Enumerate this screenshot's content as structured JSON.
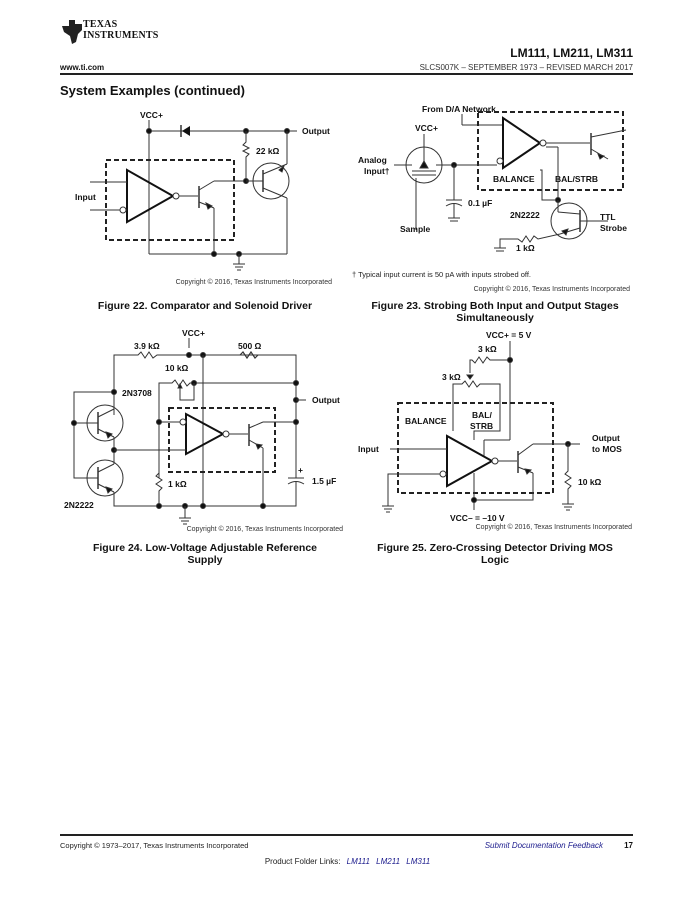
{
  "header": {
    "logo_line1": "Texas",
    "logo_line2": "Instruments",
    "part_numbers": "LM111, LM211, LM311",
    "website": "www.ti.com",
    "doc_id": "SLCS007K – SEPTEMBER 1973 – REVISED MARCH 2017"
  },
  "section_title": "System Examples (continued)",
  "figures": [
    {
      "caption": "Figure 22. Comparator and Solenoid Driver",
      "copyright": "Copyright © 2016, Texas Instruments Incorporated",
      "labels": {
        "vcc": "VCC+",
        "output": "Output",
        "resistor": "22 kΩ",
        "input": "Input"
      }
    },
    {
      "caption_line1": "Figure 23. Strobing Both Input and Output Stages",
      "caption_line2": "Simultaneously",
      "copyright": "Copyright © 2016, Texas Instruments Incorporated",
      "footnote": "† Typical input current is 50 pA with inputs strobed off.",
      "labels": {
        "from_da": "From D/A Network",
        "vcc": "VCC+",
        "analog1": "Analog",
        "analog2": "Input†",
        "balance": "BALANCE",
        "balstrb": "BAL/STRB",
        "cap": "0.1 µF",
        "transistor": "2N2222",
        "ttl1": "TTL",
        "ttl2": "Strobe",
        "sample": "Sample",
        "resistor": "1 kΩ"
      }
    },
    {
      "caption_line1": "Figure 24. Low-Voltage Adjustable Reference",
      "caption_line2": "Supply",
      "copyright": "Copyright © 2016, Texas Instruments Incorporated",
      "labels": {
        "vcc": "VCC+",
        "r1": "3.9 kΩ",
        "r2": "500 Ω",
        "pot": "10 kΩ",
        "output": "Output",
        "q1": "2N3708",
        "q2": "2N2222",
        "r3": "1 kΩ",
        "cap": "1.5 µF",
        "plus": "+"
      }
    },
    {
      "caption_line1": "Figure 25. Zero-Crossing Detector Driving MOS",
      "caption_line2": "Logic",
      "copyright": "Copyright © 2016, Texas Instruments Incorporated",
      "labels": {
        "vccp": "VCC+ = 5 V",
        "r1": "3 kΩ",
        "pot": "3 kΩ",
        "balance": "BALANCE",
        "bal1": "BAL/",
        "bal2": "STRB",
        "input": "Input",
        "out1": "Output",
        "out2": "to MOS",
        "r2": "10 kΩ",
        "vccm": "VCC– = –10 V"
      }
    }
  ],
  "footer": {
    "copyright": "Copyright © 1973–2017, Texas Instruments Incorporated",
    "feedback_link": "Submit Documentation Feedback",
    "page_number": "17",
    "folder_label": "Product Folder Links:",
    "folder_links": [
      "LM111",
      "LM211",
      "LM311"
    ]
  }
}
